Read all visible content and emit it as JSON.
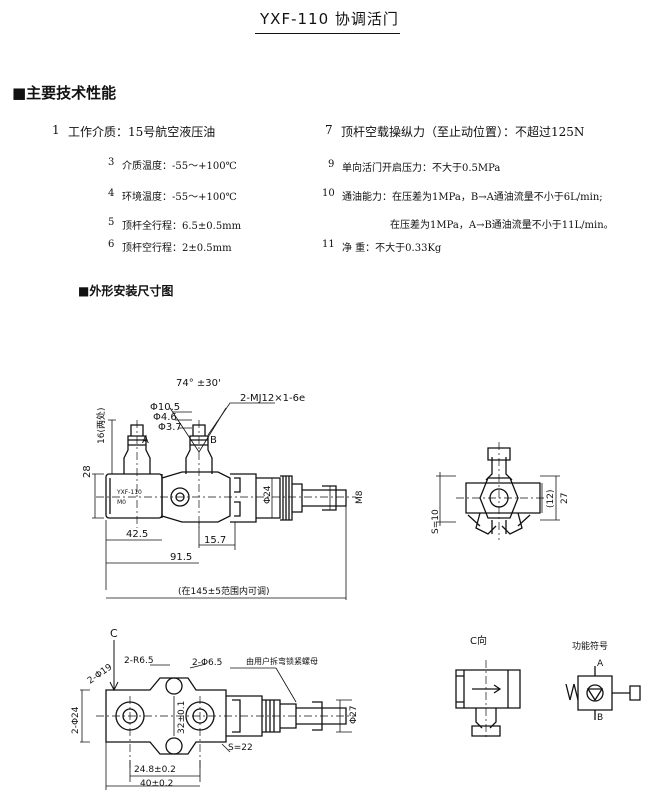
{
  "header": {
    "title": "YXF-110 协调活门",
    "section_performance": "■主要技术性能",
    "section_dimensions": "■外形安装尺寸图"
  },
  "specs_left": [
    {
      "num": "1",
      "text": "工作介质：15号航空液压油"
    },
    {
      "num": "3",
      "text": "介质温度：-55～+100℃"
    },
    {
      "num": "4",
      "text": "环境温度：-55～+100℃"
    },
    {
      "num": "5",
      "text": "顶杆全行程：6.5±0.5mm"
    },
    {
      "num": "6",
      "text": "顶杆空行程：2±0.5mm"
    }
  ],
  "specs_right": [
    {
      "num": "7",
      "text": "顶杆空载操纵力（至止动位置）：不超过125N"
    },
    {
      "num": "9",
      "text": "单向活门开启压力：不大于0.5MPa"
    },
    {
      "num": "10",
      "text": "通油能力：在压差为1MPa，B→A通油流量不小于6L/min;"
    },
    {
      "num": "",
      "text": "在压差为1MPa，A→B通油流量不小于11L/min。"
    },
    {
      "num": "11",
      "text": "净  重：不大于0.33Kg"
    }
  ],
  "labels": {
    "angle": "74° ±30'",
    "thread": "2-MJ12×1-6e",
    "phi105": "Φ10.5",
    "phi46": "Φ4.6",
    "phi37": "Φ3.7",
    "port_a": "A",
    "port_b": "B",
    "dim_16": "16(两处)",
    "dim_28": "28",
    "body_mark": "YXF-110",
    "body_sub": "M0",
    "phi24": "Φ24",
    "m8": "M8",
    "dim_425": "42.5",
    "dim_157": "15.7",
    "dim_915": "91.5",
    "range_note": "(在145±5范围内可调)",
    "dim_12": "(12)",
    "dim_27": "27",
    "s10": "S=10",
    "c_mark": "C",
    "r65": "2-R6.5",
    "phi65": "2-Φ6.5",
    "nut_note": "由用户拆弯锁紧螺母",
    "phi19": "2-Φ19",
    "phi24b": "2-Φ24",
    "dim_32": "32±0.1",
    "s22": "S=22",
    "phi27": "Φ27",
    "dim_248": "24.8±0.2",
    "dim_40": "40±0.2",
    "c_view": "C向",
    "symbol_title": "功能符号"
  }
}
